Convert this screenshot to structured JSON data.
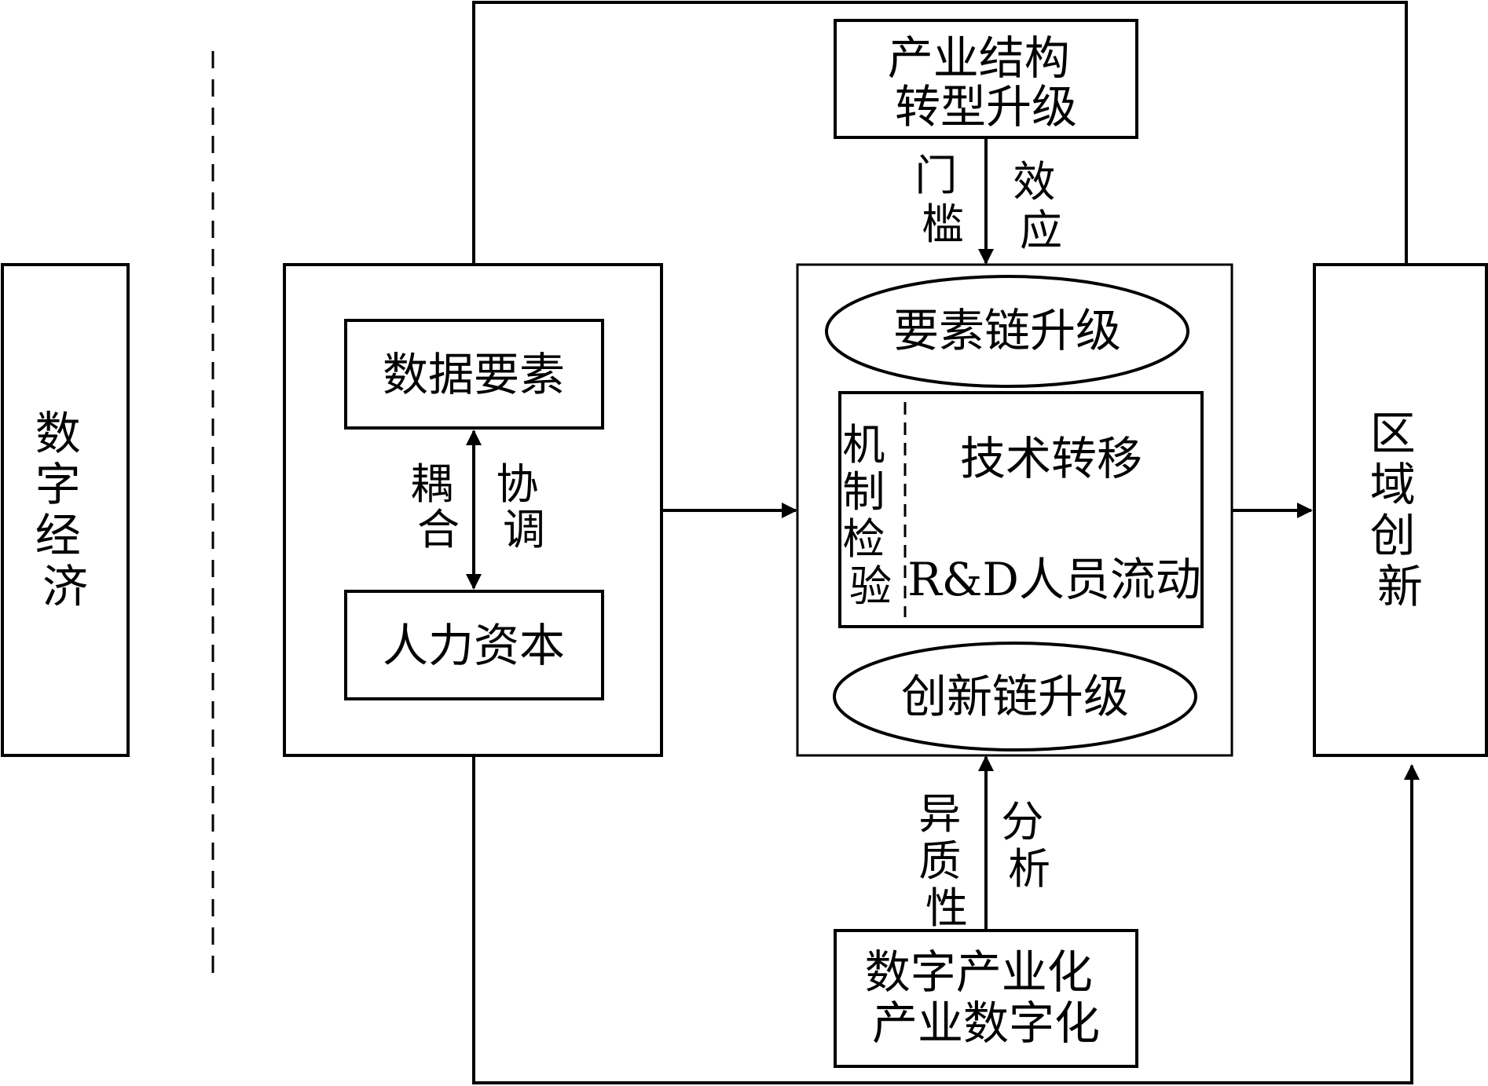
{
  "nodes": {
    "digital_economy": "数字经济",
    "industry_structure": [
      "产业结构",
      "转型升级"
    ],
    "data_factor": "数据要素",
    "human_capital": "人力资本",
    "coupling_left": "耦合",
    "coupling_right": "协调",
    "threshold_left": "门槛",
    "threshold_right": "效应",
    "factor_chain": "要素链升级",
    "mechanism": "机制检验",
    "tech_transfer": "技术转移",
    "rd_flow": "R&D人员流动",
    "innovation_chain": "创新链升级",
    "heterogeneity_left": "异质性",
    "heterogeneity_right": "分析",
    "digitalization": [
      "数字产业化",
      "产业数字化"
    ],
    "regional_innovation": "区域创新"
  }
}
